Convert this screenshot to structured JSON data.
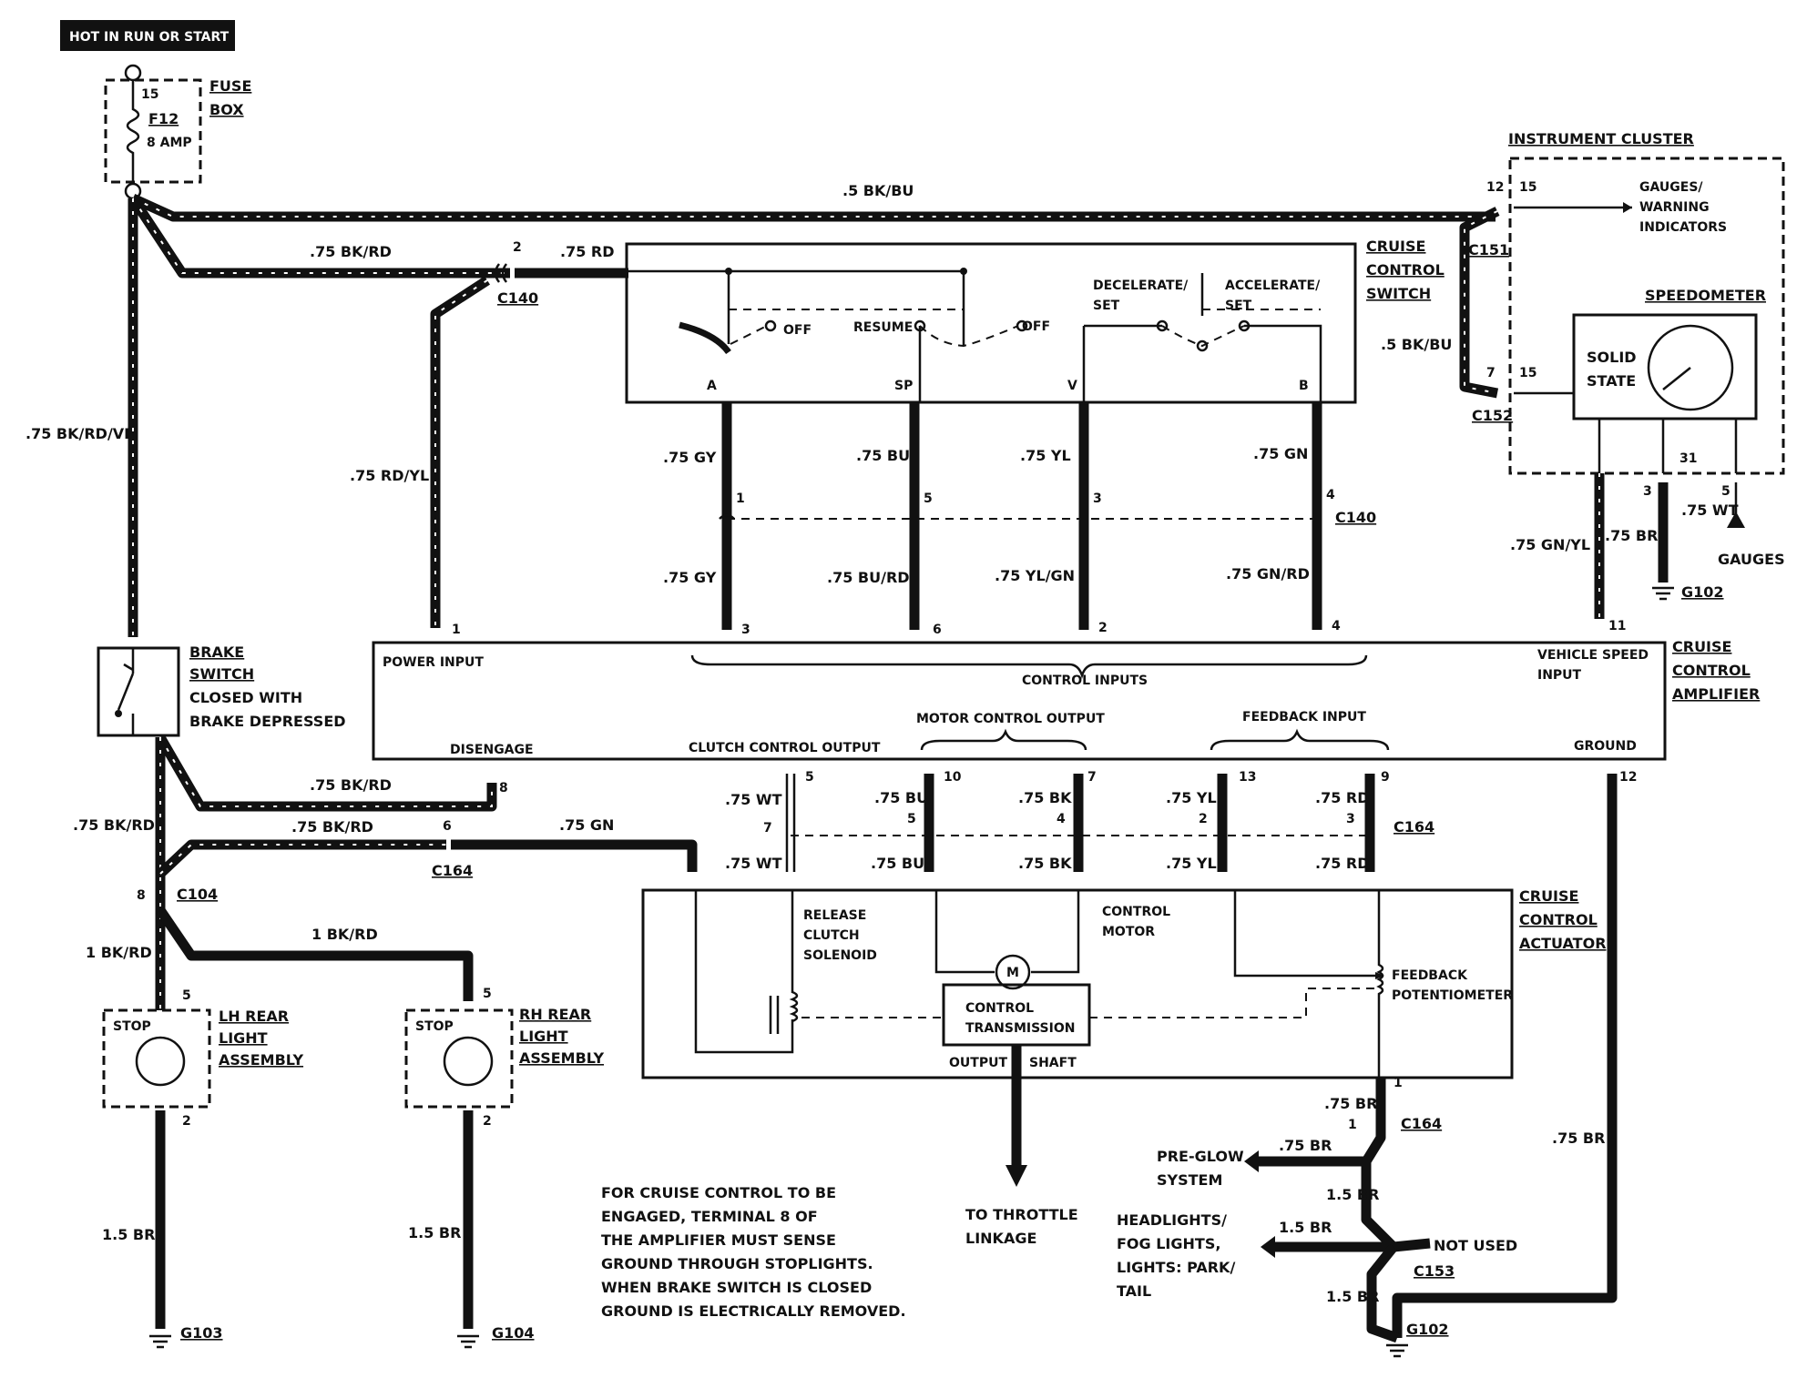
{
  "header": {
    "hot_label": "HOT IN RUN OR START"
  },
  "fuse_box": {
    "terminal": "15",
    "fuse": "F12",
    "rating": "8 AMP",
    "title_1": "FUSE",
    "title_2": "BOX"
  },
  "wires": {
    "bk_bu_top": ".5 BK/BU",
    "bk_rd_75": ".75 BK/RD",
    "rd_75": ".75 RD",
    "bk_rd_vi": ".75 BK/RD/VI",
    "rd_yl": ".75 RD/YL",
    "bk_bu_side": ".5 BK/BU",
    "gy_top": ".75 GY",
    "bu_top": ".75 BU",
    "yl_top": ".75 YL",
    "gn_top": ".75 GN",
    "gy_bot": ".75 GY",
    "bu_rd": ".75 BU/RD",
    "yl_gn": ".75 YL/GN",
    "gn_rd": ".75 GN/RD",
    "gn_yl": ".75 GN/YL",
    "br_31": ".75 BR",
    "wt_5": ".75 WT",
    "bk_rd_8": ".75 BK/RD",
    "bk_rd_left": ".75 BK/RD",
    "bk_rd_6": ".75 BK/RD",
    "gn_clutch": ".75 GN",
    "one_bk_rd": "1 BK/RD",
    "one_bk_rd_left": "1 BK/RD",
    "wt_a": ".75 WT",
    "bu_a": ".75 BU",
    "bk_a": ".75 BK",
    "yl_a": ".75 YL",
    "rd_a": ".75 RD",
    "wt_b": ".75 WT",
    "bu_b": ".75 BU",
    "bk_b": ".75 BK",
    "yl_b": ".75 YL",
    "rd_b": ".75 RD",
    "br_act": ".75 BR",
    "br_preglow": ".75 BR",
    "br_15a": "1.5 BR",
    "br_15b": "1.5 BR",
    "br_15c": "1.5 BR",
    "br_ground": ".75 BR",
    "br_lh": "1.5 BR",
    "br_rh": "1.5 BR"
  },
  "connectors": {
    "c140a": "C140",
    "c140b": "C140",
    "c151": "C151",
    "c152": "C152",
    "c164a": "C164",
    "c164b": "C164",
    "c164c": "C164",
    "c104": "C104",
    "c153": "C153",
    "g102a": "G102",
    "g102b": "G102",
    "g103": "G103",
    "g104": "G104"
  },
  "pins": {
    "p2": "2",
    "p12": "12",
    "p15a": "15",
    "p7": "7",
    "p15b": "15",
    "p1": "1",
    "p5": "5",
    "p3": "3",
    "p4": "4",
    "a_pin": "A",
    "sp_pin": "SP",
    "v_pin": "V",
    "b_pin": "B",
    "amp1": "1",
    "amp3": "3",
    "amp6": "6",
    "amp2": "2",
    "amp4": "4",
    "amp11": "11",
    "amp8": "8",
    "amp5": "5",
    "amp10": "10",
    "amp7": "7",
    "amp13": "13",
    "amp9": "9",
    "amp12": "12",
    "c7": "7",
    "c5": "5",
    "c4": "4",
    "c2": "2",
    "c3": "3",
    "c6": "6",
    "ic31": "31",
    "ic3": "3",
    "ic5": "5",
    "c104_8": "8",
    "lh5": "5",
    "rh5": "5",
    "lh2": "2",
    "rh2": "2",
    "act1": "1",
    "c164_1": "1"
  },
  "switch": {
    "title_1": "CRUISE",
    "title_2": "CONTROL",
    "title_3": "SWITCH",
    "off1": "OFF",
    "resume": "RESUME",
    "off2": "OFF",
    "decel_1": "DECELERATE/",
    "decel_2": "SET",
    "accel_1": "ACCELERATE/",
    "accel_2": "SET"
  },
  "cluster": {
    "title": "INSTRUMENT CLUSTER",
    "gauges_1": "GAUGES/",
    "gauges_2": "WARNING",
    "gauges_3": "INDICATORS",
    "speedometer": "SPEEDOMETER",
    "solid_1": "SOLID",
    "solid_2": "STATE",
    "gauges_out": "GAUGES"
  },
  "amplifier": {
    "title_1": "CRUISE",
    "title_2": "CONTROL",
    "title_3": "AMPLIFIER",
    "power_input": "POWER INPUT",
    "control_inputs": "CONTROL INPUTS",
    "vss_1": "VEHICLE SPEED",
    "vss_2": "INPUT",
    "disengage": "DISENGAGE",
    "clutch_out": "CLUTCH CONTROL OUTPUT",
    "motor_out": "MOTOR CONTROL OUTPUT",
    "feedback_in": "FEEDBACK INPUT",
    "ground": "GROUND"
  },
  "brake_switch": {
    "l1": "BRAKE",
    "l2": "SWITCH",
    "l3": "CLOSED WITH",
    "l4": "BRAKE DEPRESSED"
  },
  "actuator": {
    "title_1": "CRUISE",
    "title_2": "CONTROL",
    "title_3": "ACTUATOR",
    "release_1": "RELEASE",
    "release_2": "CLUTCH",
    "release_3": "SOLENOID",
    "motor_1": "CONTROL",
    "motor_2": "MOTOR",
    "motor_symbol": "M",
    "trans_1": "CONTROL",
    "trans_2": "TRANSMISSION",
    "output": "OUTPUT",
    "shaft": "SHAFT",
    "fb_1": "FEEDBACK",
    "fb_2": "POTENTIOMETER"
  },
  "lamps": {
    "lh_stop": "STOP",
    "lh_1": "LH REAR",
    "lh_2": "LIGHT",
    "lh_3": "ASSEMBLY",
    "rh_stop": "STOP",
    "rh_1": "RH REAR",
    "rh_2": "LIGHT",
    "rh_3": "ASSEMBLY"
  },
  "bottom": {
    "throttle_1": "TO THROTTLE",
    "throttle_2": "LINKAGE",
    "preglow_1": "PRE-GLOW",
    "preglow_2": "SYSTEM",
    "head_1": "HEADLIGHTS/",
    "head_2": "FOG LIGHTS,",
    "head_3": "LIGHTS: PARK/",
    "head_4": "TAIL",
    "not_used": "NOT USED",
    "note": [
      "FOR CRUISE CONTROL TO BE",
      "ENGAGED, TERMINAL 8 OF",
      "THE AMPLIFIER MUST SENSE",
      "GROUND THROUGH STOPLIGHTS.",
      "WHEN BRAKE SWITCH IS CLOSED",
      "GROUND IS ELECTRICALLY REMOVED."
    ]
  }
}
